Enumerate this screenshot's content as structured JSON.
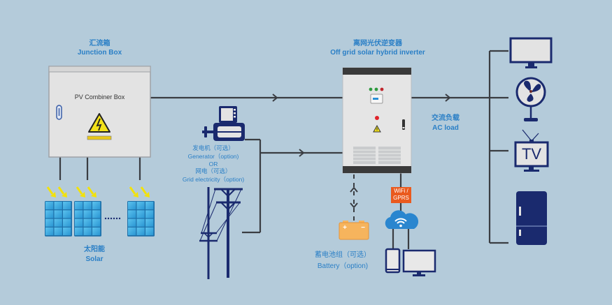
{
  "junction_box": {
    "title_cn": "汇流箱",
    "title_en": "Junction Box",
    "panel_label": "PV Combiner Box",
    "warning_icon": "high-voltage-warning-icon"
  },
  "solar": {
    "title_cn": "太阳能",
    "title_en": "Solar",
    "ellipsis": "......",
    "panel_count_shown": 3
  },
  "generator": {
    "line1_cn": "发电机（可选）",
    "line2_en": "Generator（option)",
    "line3": "OR",
    "line4_cn": "网电（可选）",
    "line5_en": "Grid electricity（option)"
  },
  "inverter": {
    "title_cn": "离网光伏逆变器",
    "title_en": "Off grid solar hybrid inverter",
    "indicator_colors": [
      "#2e9a3e",
      "#2e9a3e",
      "#c0272d"
    ]
  },
  "battery": {
    "title_cn": "蓄电池组（可选）",
    "title_en": "Battery（option)",
    "plus": "+",
    "minus": "−"
  },
  "comm": {
    "badge_line1": "WiFi /",
    "badge_line2": "GPRS"
  },
  "ac_load": {
    "title_cn": "交流负载",
    "title_en": "AC load",
    "devices": [
      "monitor",
      "fan",
      "tv",
      "refrigerator"
    ],
    "tv_label": "TV"
  },
  "colors": {
    "background": "#b4cbda",
    "line": "#3a3d42",
    "label_blue": "#2a7fc6",
    "navy": "#1a2a6e",
    "solar_blue": "#2ea3dc",
    "sun_yellow": "#f2e20b",
    "battery_orange": "#f6b45d",
    "badge_orange": "#ea5a1e",
    "box_gray": "#e3e3e3"
  }
}
